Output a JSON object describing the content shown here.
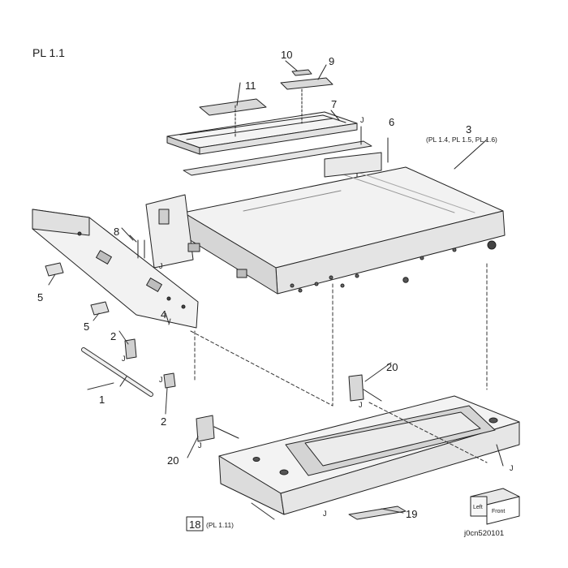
{
  "title": "PL 1.1",
  "figure_code": "j0cn520101",
  "parts": [
    {
      "no": "1"
    },
    {
      "no": "2"
    },
    {
      "no": "2"
    },
    {
      "no": "3",
      "ref": "(PL 1.4, PL 1.5, PL 1.6)"
    },
    {
      "no": "4"
    },
    {
      "no": "5"
    },
    {
      "no": "5"
    },
    {
      "no": "6"
    },
    {
      "no": "7"
    },
    {
      "no": "8"
    },
    {
      "no": "9"
    },
    {
      "no": "10"
    },
    {
      "no": "11"
    },
    {
      "no": "18",
      "ref": "(PL 1.11)"
    },
    {
      "no": "19"
    },
    {
      "no": "20"
    },
    {
      "no": "20"
    }
  ],
  "connector_labels": [
    "J",
    "J",
    "J",
    "J",
    "J",
    "J",
    "J",
    "J",
    "J"
  ],
  "orientation": {
    "left": "Left",
    "front": "Front"
  }
}
